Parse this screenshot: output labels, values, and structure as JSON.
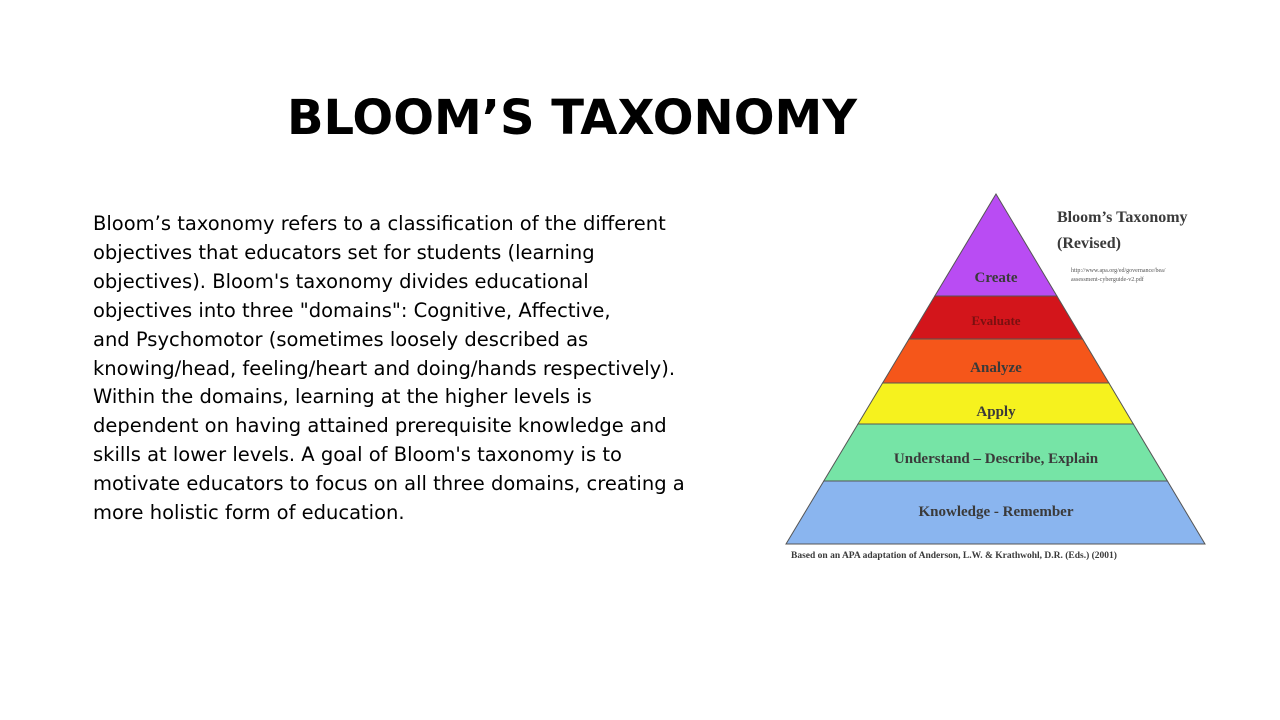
{
  "slide": {
    "title": "BLOOM’S TAXONOMY",
    "body_lines": [
      "Bloom’s taxonomy refers to a classification of the different",
      "objectives that educators set for students (learning",
      "objectives). Bloom's taxonomy divides educational",
      "objectives into three \"domains\": Cognitive, Affective,",
      "and Psychomotor (sometimes loosely described as",
      "knowing/head, feeling/heart and doing/hands respectively).",
      "Within the domains, learning at the higher levels is",
      "dependent on having attained prerequisite knowledge and",
      "skills at lower levels. A goal of Bloom's taxonomy is to",
      "motivate educators to focus on all three domains, creating a",
      "more holistic form of education."
    ]
  },
  "figure": {
    "title_line1": "Bloom’s Taxonomy",
    "title_line2": "(Revised)",
    "url_line1": "http://www.apa.org/ed/governance/bea/",
    "url_line2": "assessment-cyberguide-v2.pdf",
    "source": "Based on an APA adaptation of Anderson, L.W. & Krathwohl, D.R. (Eds.) (2001)",
    "levels": [
      {
        "label": "Create",
        "color": "#b94cf3"
      },
      {
        "label": "Evaluate",
        "color": "#d3151b"
      },
      {
        "label": "Analyze",
        "color": "#f5561a"
      },
      {
        "label": "Apply",
        "color": "#f6f21e"
      },
      {
        "label": "Understand – Describe, Explain",
        "color": "#76e4a6"
      },
      {
        "label": "Knowledge - Remember",
        "color": "#8ab5ef"
      }
    ]
  }
}
